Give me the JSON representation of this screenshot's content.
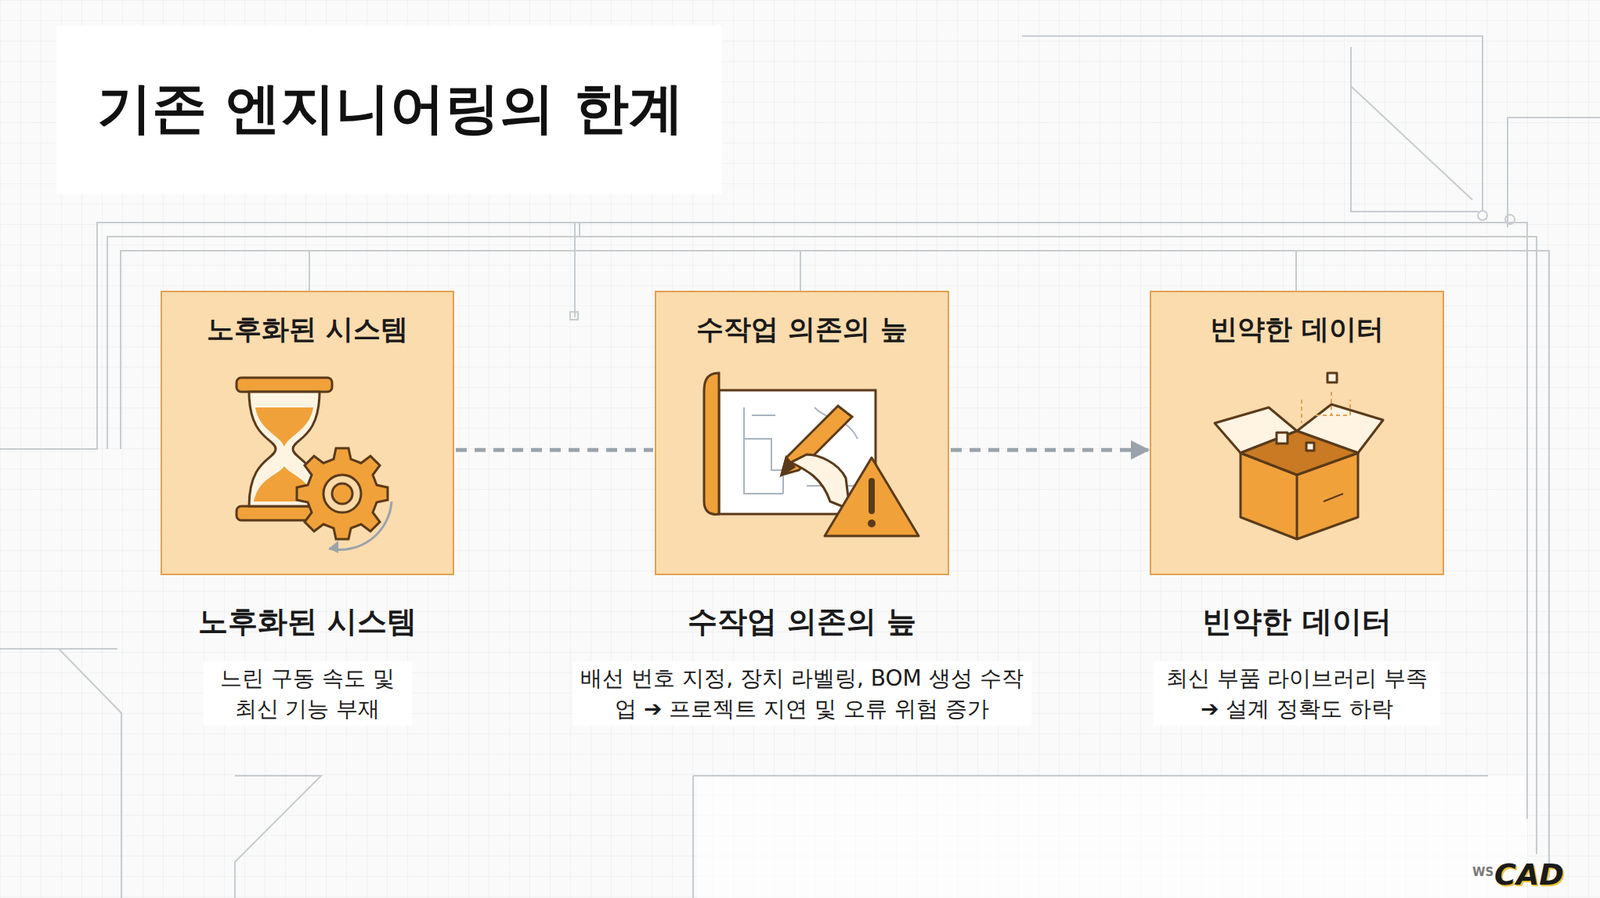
{
  "diagram": {
    "title": "기존 엔지니어링의 한계",
    "nodes": [
      {
        "text": [
          "노후화된 시스템",
          "노후화된 시스템",
          "느린 구동 속도 및 최신 기능 부재"
        ]
      },
      {
        "text": [
          "수작업 의존의 늪",
          "수작업 의존의 늪",
          "배선 번호 지정, 장치 라벨링, BOM 생성 수작업 ➔ 프로젝트 지연 및 오류 위험 증가"
        ]
      },
      {
        "text": [
          "빈약한 데이터",
          "빈약한 데이터",
          "최신 부품 라이브러리 부족 ➔ 설계 정확도 하락"
        ]
      }
    ],
    "edges": [
      {
        "from": 0,
        "to": 1,
        "arrow": "none"
      },
      {
        "from": 1,
        "to": 2,
        "arrow": "to"
      }
    ],
    "labels": [
      "WS",
      "CAD"
    ]
  }
}
